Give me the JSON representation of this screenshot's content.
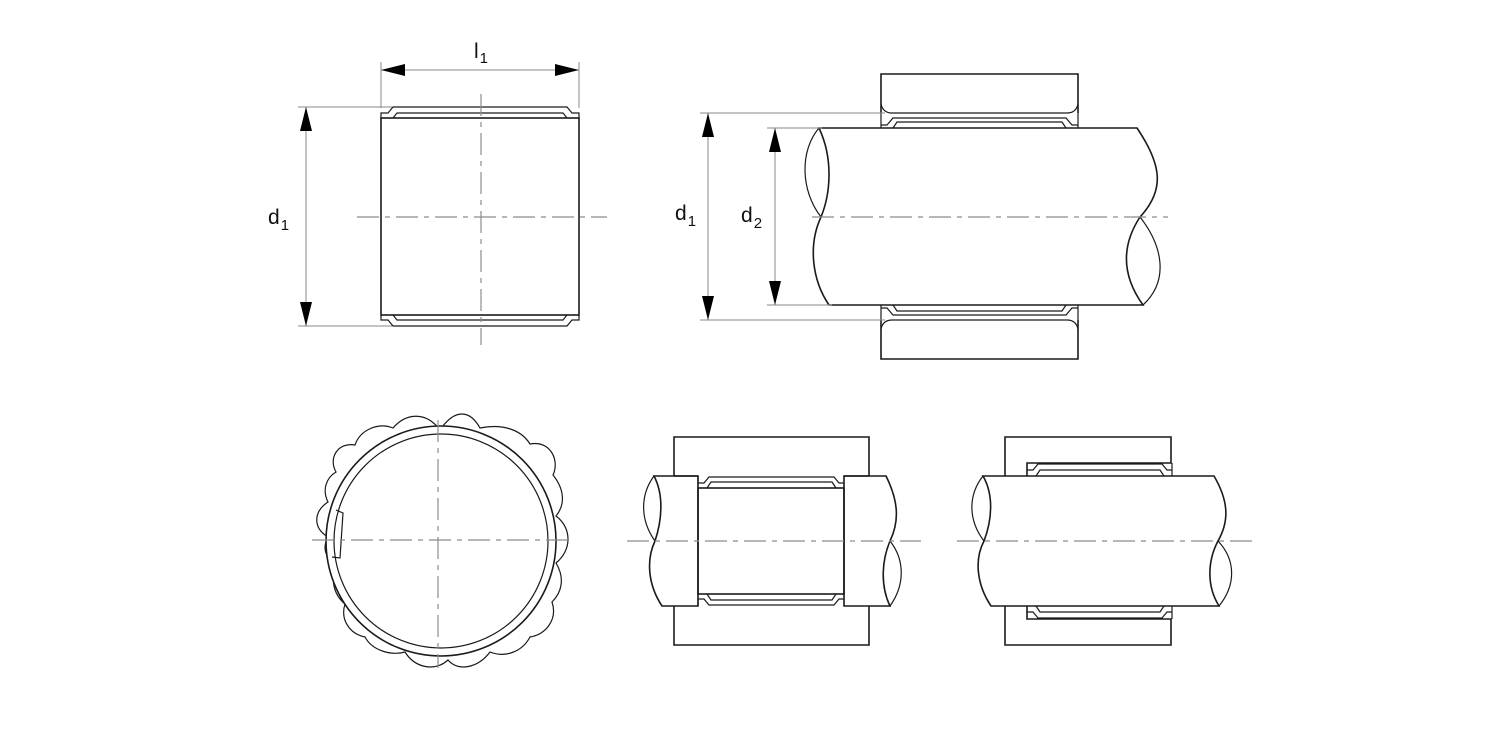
{
  "diagram": {
    "title": "",
    "views": [
      {
        "id": "view-sleeve-side",
        "description": "Bushing side view with length and outer diameter dimensions"
      },
      {
        "id": "view-shaft-housing",
        "description": "Bushing installed on shaft inside housing, with d1 and d2 dimensions"
      },
      {
        "id": "view-end",
        "description": "End view of wrapped bushing with wavy outer profile and seam"
      },
      {
        "id": "view-mount-center",
        "description": "Bushing mounted flush in housing bore over shaft"
      },
      {
        "id": "view-mount-recessed",
        "description": "Bushing mounted in stepped/recessed housing over shaft"
      }
    ],
    "labels": {
      "l1": {
        "main": "l",
        "sub": "1"
      },
      "d1_left": {
        "main": "d",
        "sub": "1"
      },
      "d1_right": {
        "main": "d",
        "sub": "1"
      },
      "d2": {
        "main": "d",
        "sub": "2"
      }
    },
    "colors": {
      "line": "#1a1a1a",
      "dimension": "#8a8a8a",
      "centerline": "#8c8c8c",
      "background": "#ffffff"
    }
  }
}
